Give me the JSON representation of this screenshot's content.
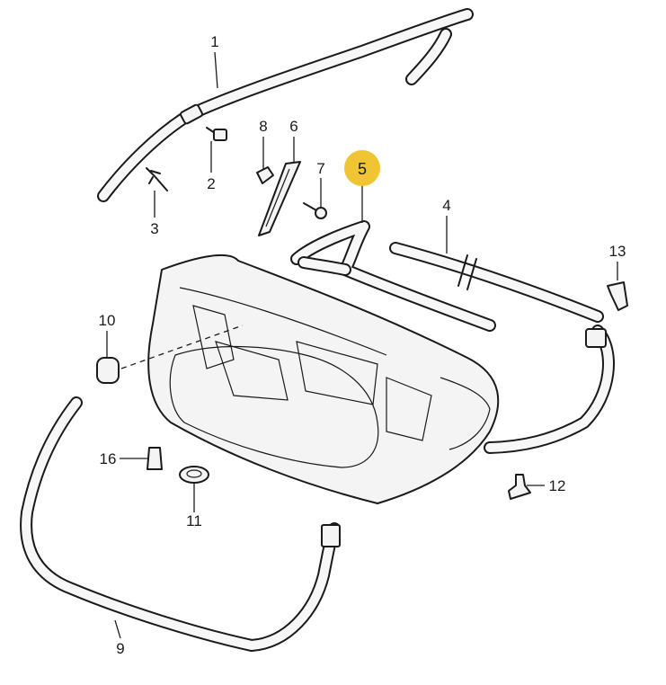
{
  "diagram": {
    "highlight_color": "#f0c432",
    "line_color": "#1a1a1a",
    "callouts": [
      {
        "id": "1",
        "label": "1"
      },
      {
        "id": "2",
        "label": "2"
      },
      {
        "id": "3",
        "label": "3"
      },
      {
        "id": "4",
        "label": "4"
      },
      {
        "id": "5",
        "label": "5",
        "highlighted": true
      },
      {
        "id": "6",
        "label": "6"
      },
      {
        "id": "7",
        "label": "7"
      },
      {
        "id": "8",
        "label": "8"
      },
      {
        "id": "9",
        "label": "9"
      },
      {
        "id": "10",
        "label": "10"
      },
      {
        "id": "11",
        "label": "11"
      },
      {
        "id": "12",
        "label": "12"
      },
      {
        "id": "13",
        "label": "13"
      },
      {
        "id": "16",
        "label": "16"
      }
    ]
  }
}
